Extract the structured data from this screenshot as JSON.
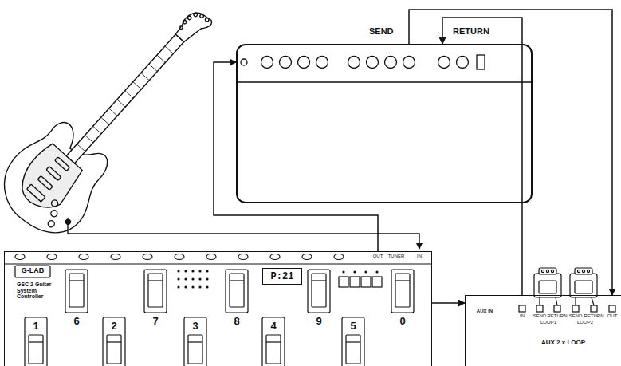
{
  "diagram": {
    "nodes": [
      {
        "text": [
          "SEND",
          "RETURN"
        ]
      },
      {
        "text": [
          "GSC 2 Guitar System Controller"
        ]
      },
      {
        "text": [
          "P:21"
        ],
        "in": 1
      },
      {
        "text": [
          "AUX 2 x LOOP"
        ]
      }
    ],
    "edges": [
      {
        "from": 1,
        "to": 0,
        "arrow": "to"
      },
      {
        "from": 0,
        "to": 3,
        "arrow": "to"
      },
      {
        "from": 3,
        "to": 0,
        "arrow": "to"
      },
      {
        "from": 1,
        "to": 3,
        "arrow": "to"
      }
    ],
    "labels": [
      "G-LAB",
      "OUT",
      "TUNER",
      "IN",
      "6",
      "7",
      "8",
      "9",
      "0",
      "1",
      "2",
      "3",
      "4",
      "5",
      "AUX IN",
      "IN",
      "SEND",
      "RETURN",
      "LOOP1",
      "SEND",
      "RETURN",
      "LOOP2",
      "OUT"
    ]
  }
}
